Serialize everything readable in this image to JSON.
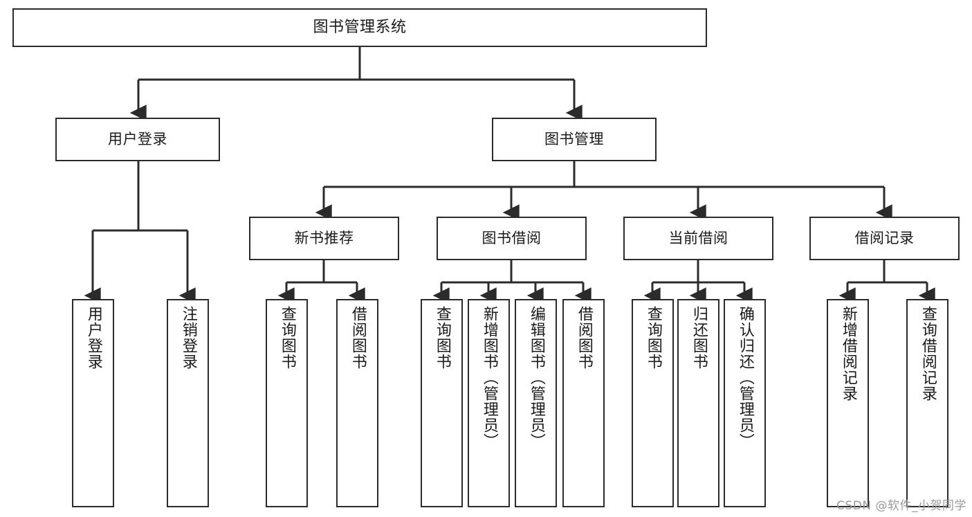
{
  "diagram": {
    "type": "tree",
    "title": "图书管理系统",
    "watermark": "CSDN @软件_小贺同学",
    "colors": {
      "stroke": "#2b2b2b",
      "fill": "#ffffff",
      "text": "#1a1a1a",
      "watermark": "#9a9a9a"
    },
    "root": {
      "label": "图书管理系统"
    },
    "branches": [
      {
        "id": "user-login",
        "label": "用户登录"
      },
      {
        "id": "book-manage",
        "label": "图书管理"
      }
    ],
    "subbranches": [
      {
        "id": "new-book-rec",
        "label": "新书推荐"
      },
      {
        "id": "book-borrow",
        "label": "图书借阅"
      },
      {
        "id": "current-borrow",
        "label": "当前借阅"
      },
      {
        "id": "borrow-record",
        "label": "借阅记录"
      }
    ],
    "leaves": [
      {
        "id": "leaf-user-login",
        "label": "用户登录"
      },
      {
        "id": "leaf-logout",
        "label": "注销登录"
      },
      {
        "id": "leaf-query-book-1",
        "label": "查询图书"
      },
      {
        "id": "leaf-borrow-book-1",
        "label": "借阅图书"
      },
      {
        "id": "leaf-query-book-2",
        "label": "查询图书"
      },
      {
        "id": "leaf-add-book",
        "label": "新增图书（管理员）"
      },
      {
        "id": "leaf-edit-book",
        "label": "编辑图书（管理员）"
      },
      {
        "id": "leaf-borrow-book-2",
        "label": "借阅图书"
      },
      {
        "id": "leaf-query-book-3",
        "label": "查询图书"
      },
      {
        "id": "leaf-return-book",
        "label": "归还图书"
      },
      {
        "id": "leaf-confirm-return",
        "label": "确认归还（管理员）"
      },
      {
        "id": "leaf-add-record",
        "label": "新增借阅记录"
      },
      {
        "id": "leaf-query-record",
        "label": "查询借阅记录"
      }
    ]
  }
}
